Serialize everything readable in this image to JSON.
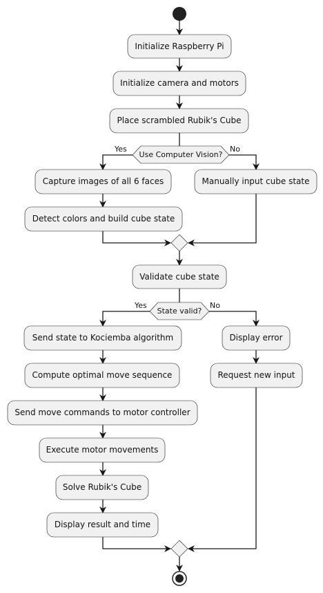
{
  "diagram": {
    "actions": {
      "init_pi": "Initialize Raspberry Pi",
      "init_camera": "Initialize camera and motors",
      "place_cube": "Place scrambled Rubik's Cube",
      "capture": "Capture images of all 6 faces",
      "detect": "Detect colors and build cube state",
      "manual": "Manually input cube state",
      "validate": "Validate cube state",
      "send_state": "Send state to Kociemba algorithm",
      "compute": "Compute optimal move sequence",
      "send_moves": "Send move commands to motor controller",
      "execute": "Execute motor movements",
      "solve": "Solve Rubik's Cube",
      "display_result": "Display result and time",
      "display_error": "Display error",
      "request_input": "Request new input"
    },
    "decisions": {
      "vision": {
        "label": "Use Computer Vision?",
        "yes": "Yes",
        "no": "No"
      },
      "valid": {
        "label": "State valid?",
        "yes": "Yes",
        "no": "No"
      }
    }
  },
  "colors": {
    "node_fill": "#f1f1f1",
    "node_stroke": "#181818",
    "line": "#181818",
    "start_end": "#222222"
  }
}
